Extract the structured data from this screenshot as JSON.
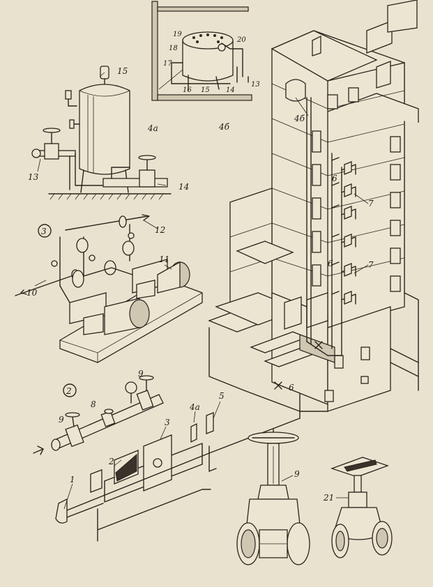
{
  "colors": {
    "paper": "#e9e2cf",
    "ink": "#2a241c"
  },
  "labels": {
    "main_pipe": "1",
    "water_meter_box": "2",
    "panel_3": "3",
    "circle_2": "2",
    "circle_3": "3",
    "tank_4a": "4а",
    "tank_4b": "4б",
    "tank_4a_inline": "4а",
    "tank_4b_roof": "4б",
    "pipe_5": "5",
    "valve_6_upper": "6",
    "valve_6_middle": "6",
    "valve_6_lower": "6",
    "taps_7_upper": "7",
    "taps_7_lower": "7",
    "meter_8": "8",
    "valve_9_left": "9",
    "valve_9_right": "9",
    "gate_valve_9": "9",
    "pipe_10": "10",
    "pump_11": "11",
    "pipe_12": "12",
    "inlet_13": "13",
    "inlet_13_b": "13",
    "outlet_14": "14",
    "outlet_14_b": "14",
    "top_15": "15",
    "part_15_b": "15",
    "part_16": "16",
    "part_17": "17",
    "part_18": "18",
    "part_19": "19",
    "part_20": "20",
    "globe_valve_21": "21"
  }
}
